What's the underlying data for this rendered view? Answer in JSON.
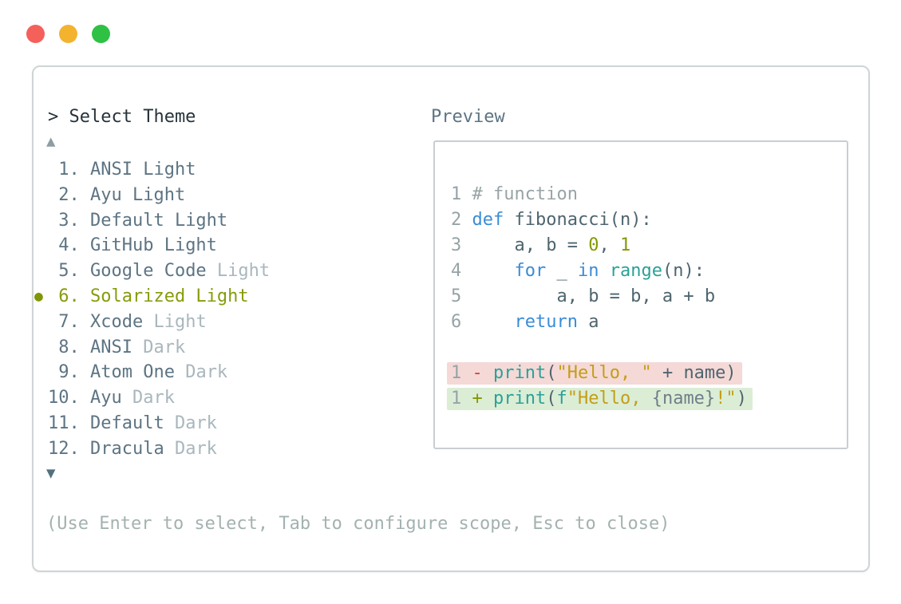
{
  "window": {
    "controls": [
      {
        "name": "close",
        "color": "#f4605a"
      },
      {
        "name": "minimize",
        "color": "#f3b32f"
      },
      {
        "name": "zoom",
        "color": "#2ec144"
      }
    ]
  },
  "dialog": {
    "prompt": "> Select Theme",
    "scroll_up": "▲",
    "scroll_down": "▼",
    "footer_hint": "(Use Enter to select, Tab to configure scope, Esc to close)",
    "themes": {
      "selected_number": "6",
      "selected_label": "Solarized Light",
      "selected_marker": "●",
      "items": [
        {
          "number": "1",
          "name": "ANSI Light",
          "suffix": ""
        },
        {
          "number": "2",
          "name": "Ayu Light",
          "suffix": ""
        },
        {
          "number": "3",
          "name": "Default Light",
          "suffix": ""
        },
        {
          "number": "4",
          "name": "GitHub Light",
          "suffix": ""
        },
        {
          "number": "5",
          "name": "Google Code",
          "suffix": "Light"
        },
        {
          "number": "6",
          "name": "Solarized Light",
          "suffix": "",
          "selected": true
        },
        {
          "number": "7",
          "name": "Xcode",
          "suffix": "Light"
        },
        {
          "number": "8",
          "name": "ANSI",
          "suffix": "Dark"
        },
        {
          "number": "9",
          "name": "Atom One",
          "suffix": "Dark"
        },
        {
          "number": "10",
          "name": "Ayu",
          "suffix": "Dark"
        },
        {
          "number": "11",
          "name": "Default",
          "suffix": "Dark"
        },
        {
          "number": "12",
          "name": "Dracula",
          "suffix": "Dark"
        }
      ]
    },
    "preview": {
      "label": "Preview",
      "code_lines": [
        {
          "num": "1",
          "tokens": [
            {
              "t": "# function",
              "c": "comment"
            }
          ]
        },
        {
          "num": "2",
          "tokens": [
            {
              "t": "def",
              "c": "keyword"
            },
            {
              "t": " fibonacci(n):",
              "c": "plain"
            }
          ]
        },
        {
          "num": "3",
          "tokens": [
            {
              "t": "    a, b = ",
              "c": "plain"
            },
            {
              "t": "0",
              "c": "number"
            },
            {
              "t": ", ",
              "c": "plain"
            },
            {
              "t": "1",
              "c": "number"
            }
          ]
        },
        {
          "num": "4",
          "tokens": [
            {
              "t": "    ",
              "c": "plain"
            },
            {
              "t": "for",
              "c": "keyword"
            },
            {
              "t": " _ ",
              "c": "plain"
            },
            {
              "t": "in",
              "c": "keyword"
            },
            {
              "t": " ",
              "c": "plain"
            },
            {
              "t": "range",
              "c": "builtin"
            },
            {
              "t": "(n):",
              "c": "plain"
            }
          ]
        },
        {
          "num": "5",
          "tokens": [
            {
              "t": "        a, b = b, a + b",
              "c": "plain"
            }
          ]
        },
        {
          "num": "6",
          "tokens": [
            {
              "t": "    ",
              "c": "plain"
            },
            {
              "t": "return",
              "c": "keyword"
            },
            {
              "t": " a",
              "c": "plain"
            }
          ]
        },
        {
          "blank": true
        },
        {
          "num": "1",
          "diff": "removed",
          "tokens": [
            {
              "t": "- ",
              "c": "diff-minus"
            },
            {
              "t": "print",
              "c": "builtin"
            },
            {
              "t": "(",
              "c": "plain"
            },
            {
              "t": "\"Hello, \"",
              "c": "string"
            },
            {
              "t": " + name)",
              "c": "plain"
            }
          ]
        },
        {
          "num": "1",
          "diff": "added",
          "tokens": [
            {
              "t": "+ ",
              "c": "diff-plus"
            },
            {
              "t": "print",
              "c": "builtin"
            },
            {
              "t": "(",
              "c": "plain"
            },
            {
              "t": "f",
              "c": "builtin"
            },
            {
              "t": "\"Hello, ",
              "c": "string"
            },
            {
              "t": "{name}",
              "c": "variable"
            },
            {
              "t": "!\"",
              "c": "string"
            },
            {
              "t": ")",
              "c": "plain"
            }
          ]
        }
      ]
    }
  },
  "palette": {
    "prompt_text": "#27323a",
    "list_text": "#5d7483",
    "list_suffix_dim": "#a9b7bd",
    "selected_olive": "#879b0a",
    "footer_text": "#a3b2b0",
    "panel_border": "#cfd5d7",
    "preview_border": "#c8ced1",
    "code_plain": "#4e656f",
    "code_keyword_blue": "#3a8cd6",
    "code_builtin_teal": "#2aa198",
    "code_string_gold": "#c39e16",
    "code_number_olive": "#859900",
    "code_comment_gray": "#98a4a6",
    "diff_removed_bg": "#f5d9d7",
    "diff_added_bg": "#dcedd6",
    "diff_minus_red": "#dc3c35",
    "diff_plus_olive": "#859900"
  }
}
